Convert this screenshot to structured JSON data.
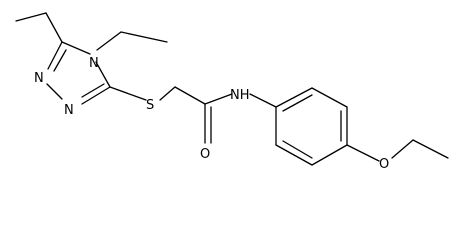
{
  "atoms": {
    "n_top": "N",
    "n_mid": "N",
    "n_ring": "N",
    "s": "S",
    "o_carbonyl": "O",
    "nh": "NH",
    "o_ether": "O"
  },
  "colors": {
    "ink": "#000000",
    "background": "#ffffff"
  }
}
